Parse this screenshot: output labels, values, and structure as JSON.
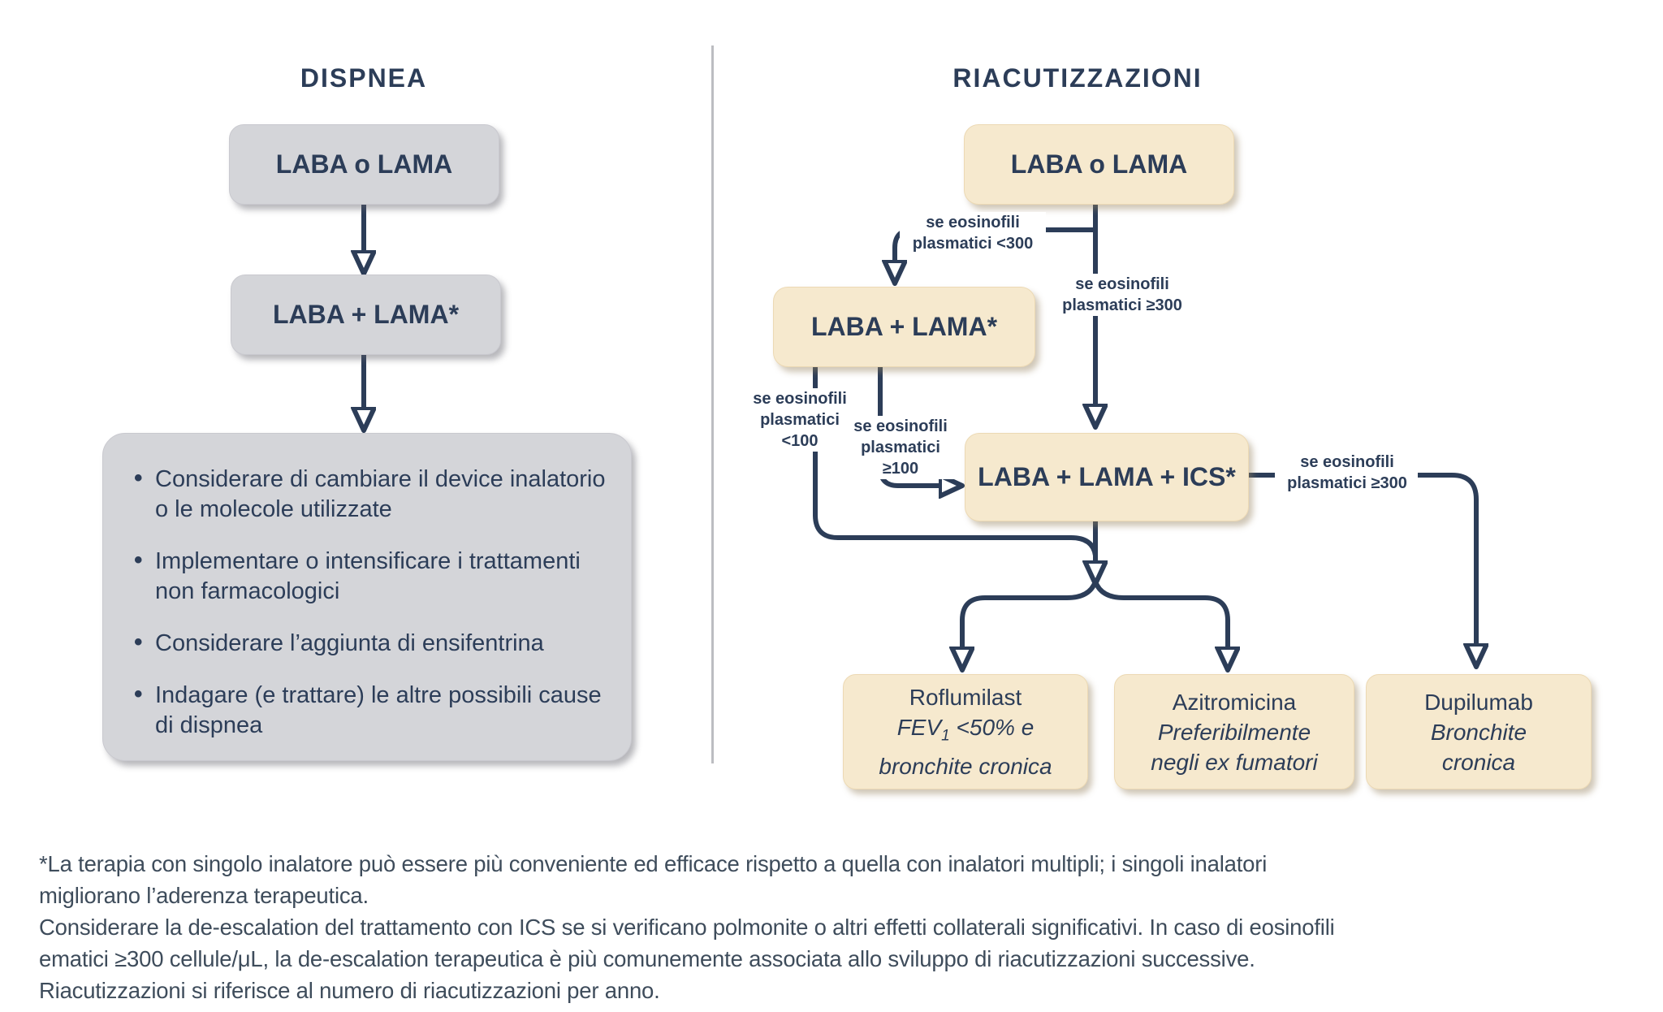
{
  "colors": {
    "navy": "#2c3d58",
    "gray_box": "#d4d5d9",
    "tan_box": "#f6e9ce",
    "footer_text": "#3e4c5b",
    "divider": "#bcbdc1"
  },
  "left": {
    "heading": "DISPNEA",
    "box1": "LABA o LAMA",
    "box2": "LABA + LAMA*",
    "bullets": [
      "Considerare di cambiare il device inalatorio o le molecole utilizzate",
      "Implementare o intensificare i trattamenti non farmacologici",
      "Considerare l’aggiunta di ensifentrina",
      "Indagare (e trattare) le altre possibili cause di dispnea"
    ]
  },
  "right": {
    "heading": "RIACUTIZZAZIONI",
    "box1": "LABA o LAMA",
    "box2": "LABA + LAMA*",
    "box3": "LABA + LAMA + ICS*",
    "labels": {
      "lt300": [
        "se eosinofili",
        "plasmatici <300"
      ],
      "ge300_top": [
        "se eosinofili",
        "plasmatici ≥300"
      ],
      "lt100": [
        "se eosinofili",
        "plasmatici",
        "<100"
      ],
      "ge100": [
        "se eosinofili",
        "plasmatici",
        "≥100"
      ],
      "ge300_right": [
        "se eosinofili",
        "plasmatici ≥300"
      ]
    },
    "outcomes": {
      "roflumilast": {
        "title": "Roflumilast",
        "line2_pre": "FEV",
        "line2_sub": "1",
        "line2_post": " <50% e",
        "line3": "bronchite cronica"
      },
      "azitromicina": {
        "title": "Azitromicina",
        "line2": "Preferibilmente",
        "line3": "negli ex fumatori"
      },
      "dupilumab": {
        "title": "Dupilumab",
        "line2": "Bronchite",
        "line3": "cronica"
      }
    }
  },
  "footnotes": [
    "*La terapia con singolo inalatore può essere più conveniente ed efficace rispetto a quella con inalatori multipli; i singoli inalatori",
    "migliorano l’aderenza terapeutica.",
    "Considerare la de-escalation del trattamento con ICS se si verificano polmonite o altri effetti collaterali significativi. In caso di eosinofili",
    "ematici ≥300 cellule/μL, la de-escalation terapeutica è più comunemente associata allo sviluppo di riacutizzazioni successive.",
    "Riacutizzazioni si riferisce al numero di riacutizzazioni per anno."
  ]
}
